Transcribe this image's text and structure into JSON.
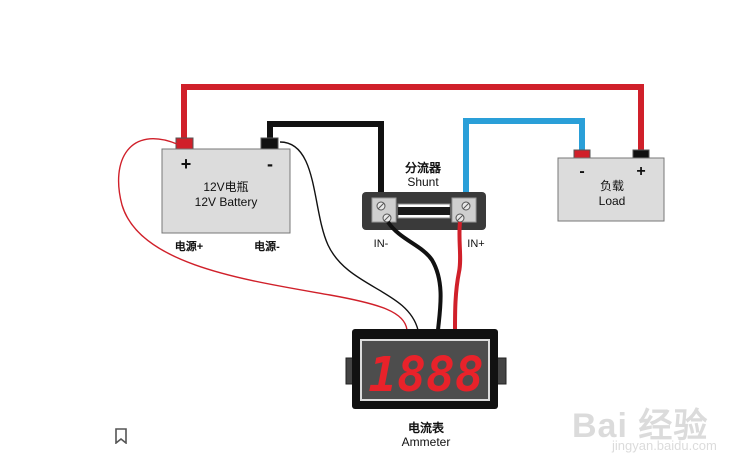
{
  "battery": {
    "label_cn": "12V电瓶",
    "label_en": "12V Battery",
    "plus": "+",
    "minus": "-",
    "term_plus_label": "电源+",
    "term_minus_label": "电源-"
  },
  "shunt": {
    "label_cn": "分流器",
    "label_en": "Shunt",
    "in_minus": "IN-",
    "in_plus": "IN+"
  },
  "load": {
    "label_cn": "负载",
    "label_en": "Load",
    "minus": "-",
    "plus": "+"
  },
  "ammeter": {
    "display": "1888",
    "label_cn": "电流表",
    "label_en": "Ammeter"
  },
  "watermark": {
    "logo": "Bai 经验",
    "url": "jingyan.baidu.com"
  },
  "colors": {
    "red_wire": "#d0202a",
    "black_wire": "#111111",
    "blue_wire": "#2a9fd8",
    "battery_fill": "#dcdcdc",
    "shunt_body": "#3a3a3a",
    "display_red": "#e8222a"
  }
}
